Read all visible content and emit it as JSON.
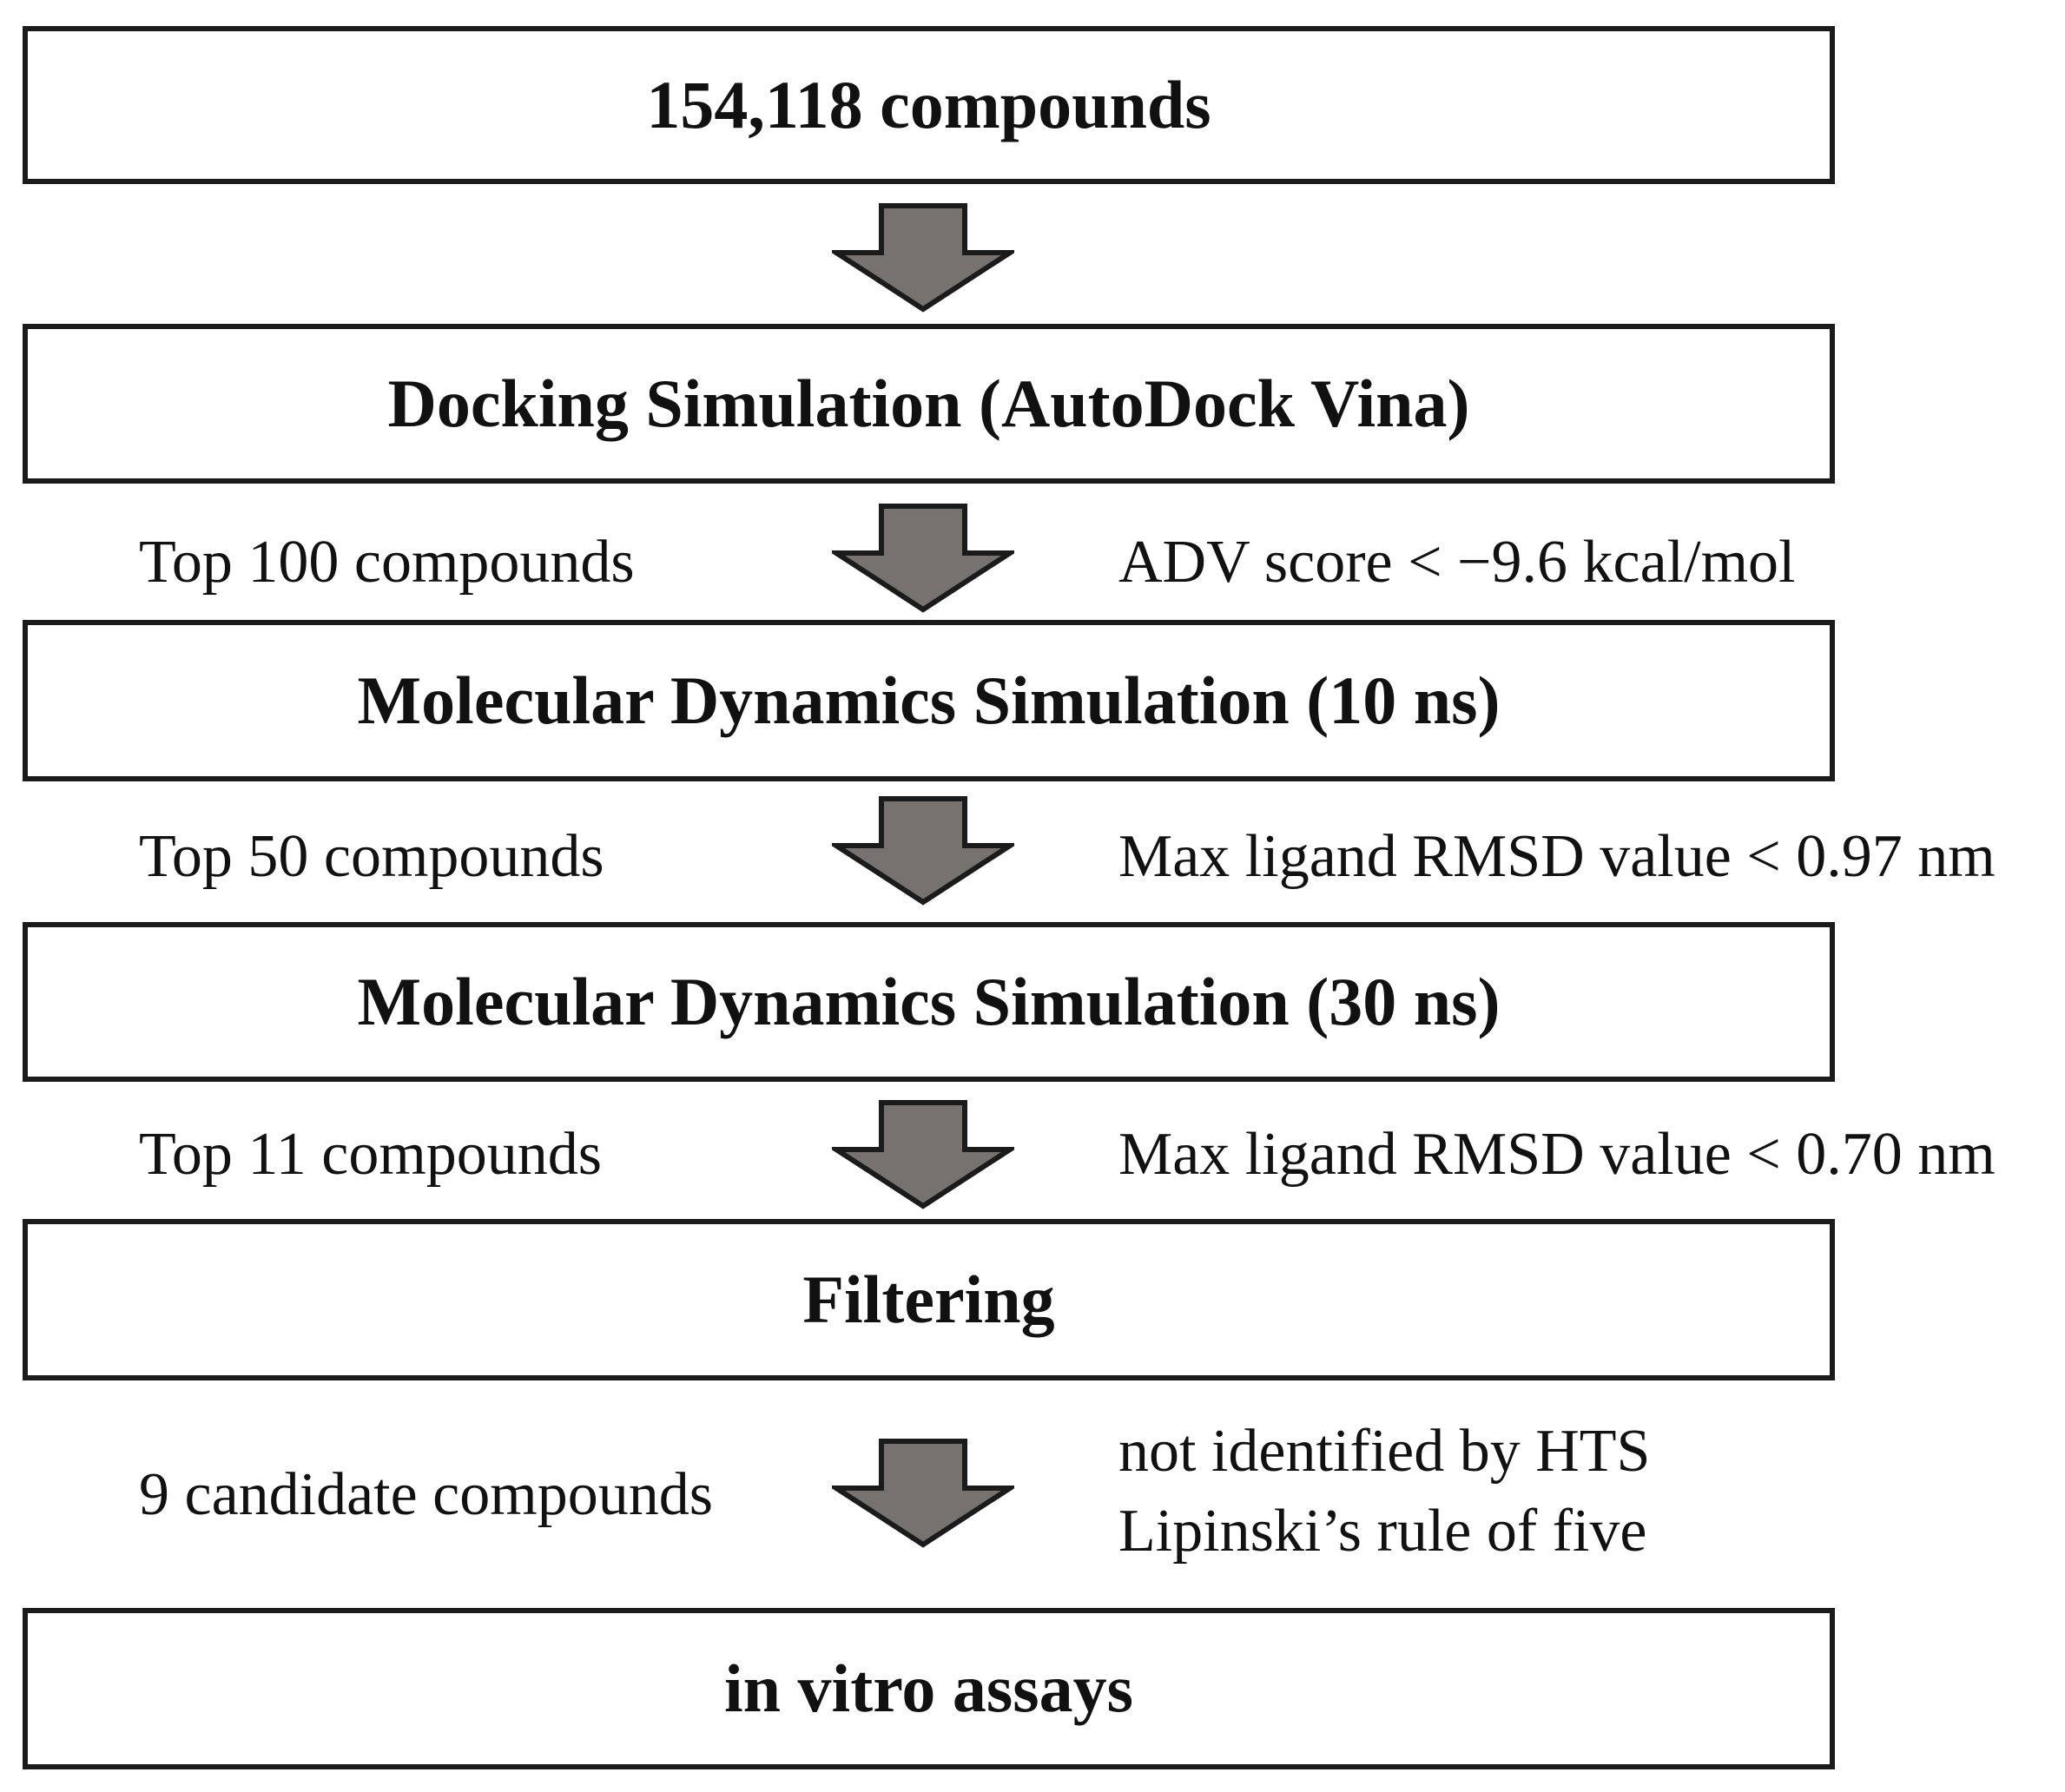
{
  "flowchart": {
    "stages": [
      {
        "label": "154,118 compounds"
      },
      {
        "label": "Docking Simulation (AutoDock Vina)"
      },
      {
        "label": "Molecular Dynamics Simulation (10 ns)"
      },
      {
        "label": "Molecular Dynamics Simulation (30 ns)"
      },
      {
        "label": "Filtering"
      },
      {
        "label": "in vitro assays"
      }
    ],
    "transitions": [
      {
        "left": "",
        "right_lines": []
      },
      {
        "left": "Top 100 compounds",
        "right_lines": [
          "ADV score < −9.6 kcal/mol"
        ]
      },
      {
        "left": "Top 50 compounds",
        "right_lines": [
          "Max ligand RMSD value < 0.97 nm"
        ]
      },
      {
        "left": "Top 11 compounds",
        "right_lines": [
          "Max ligand RMSD value < 0.70 nm"
        ]
      },
      {
        "left": "9 candidate compounds",
        "right_lines": [
          "not identified by HTS",
          "Lipinski’s rule of five"
        ]
      }
    ],
    "colors": {
      "background": "#ffffff",
      "text": "#111111",
      "box_border": "#1b1b1b",
      "arrow_fill": "#76726f",
      "arrow_stroke": "#1b1b1b"
    }
  }
}
